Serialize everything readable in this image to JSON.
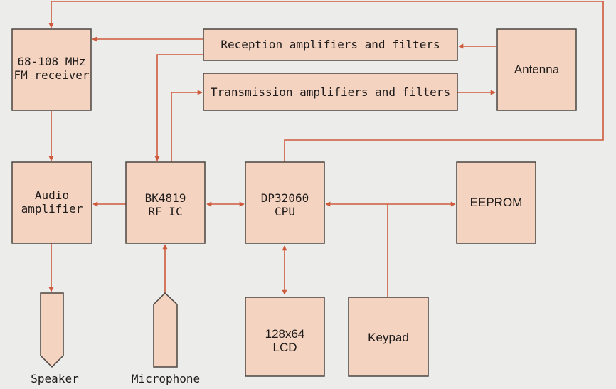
{
  "diagram": {
    "title": "Radio block diagram",
    "colors": {
      "background": "#ececea",
      "block_fill": "#f4d3c0",
      "block_stroke": "#4a4440",
      "connector": "#cf5a3c",
      "text": "#1e1b1a"
    },
    "blocks": {
      "fm_receiver": [
        "68-108 MHz",
        "FM receiver"
      ],
      "reception": [
        "Reception amplifiers and filters"
      ],
      "transmission": [
        "Transmission amplifiers and filters"
      ],
      "antenna": [
        "Antenna"
      ],
      "audio_amp": [
        "Audio",
        "amplifier"
      ],
      "rf_ic": [
        "BK4819",
        "RF IC"
      ],
      "cpu": [
        "DP32060",
        "CPU"
      ],
      "eeprom": [
        "EEPROM"
      ],
      "lcd": [
        "128x64",
        "LCD"
      ],
      "keypad": [
        "Keypad"
      ]
    },
    "io_labels": {
      "speaker": "Speaker",
      "microphone": "Microphone"
    },
    "connections": [
      {
        "from": "antenna",
        "to": "reception",
        "direction": "one-way"
      },
      {
        "from": "reception",
        "to": "fm_receiver",
        "direction": "one-way"
      },
      {
        "from": "reception",
        "to": "rf_ic",
        "direction": "one-way"
      },
      {
        "from": "rf_ic",
        "to": "transmission",
        "direction": "one-way"
      },
      {
        "from": "transmission",
        "to": "antenna",
        "direction": "one-way"
      },
      {
        "from": "cpu",
        "to": "fm_receiver",
        "direction": "one-way"
      },
      {
        "from": "fm_receiver",
        "to": "audio_amp",
        "direction": "one-way"
      },
      {
        "from": "rf_ic",
        "to": "audio_amp",
        "direction": "one-way"
      },
      {
        "from": "rf_ic",
        "to": "cpu",
        "direction": "two-way"
      },
      {
        "from": "cpu",
        "to": "eeprom",
        "direction": "two-way"
      },
      {
        "from": "keypad",
        "to": "cpu",
        "direction": "one-way"
      },
      {
        "from": "cpu",
        "to": "lcd",
        "direction": "two-way"
      },
      {
        "from": "audio_amp",
        "to": "speaker",
        "direction": "one-way"
      },
      {
        "from": "microphone",
        "to": "rf_ic",
        "direction": "one-way"
      }
    ]
  }
}
